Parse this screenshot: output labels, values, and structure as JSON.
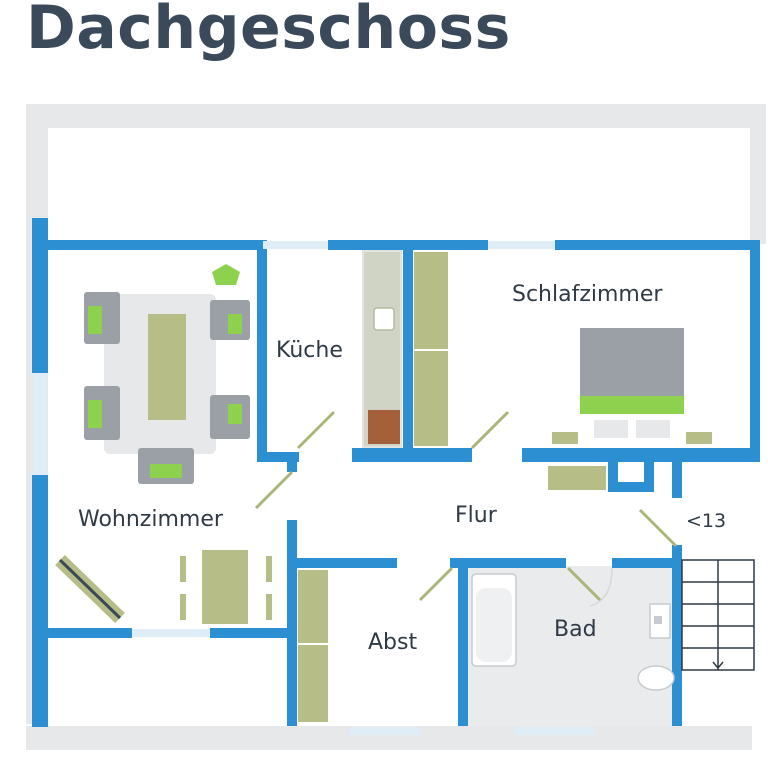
{
  "header": {
    "title": "Dachgeschoss"
  },
  "rooms": {
    "wohnzimmer": "Wohnzimmer",
    "kueche": "Küche",
    "schlafzimmer": "Schlafzimmer",
    "flur": "Flur",
    "abst": "Abst",
    "bad": "Bad"
  },
  "stairs": {
    "label": "<13"
  },
  "colors": {
    "wall": "#2b8fd1",
    "outer_frame": "#e6e8e9",
    "furniture_olive": "#b6bd86",
    "accent_green": "#8ed14e",
    "furniture_gray": "#9aa0a5",
    "door_swing": "#a9b67a"
  }
}
